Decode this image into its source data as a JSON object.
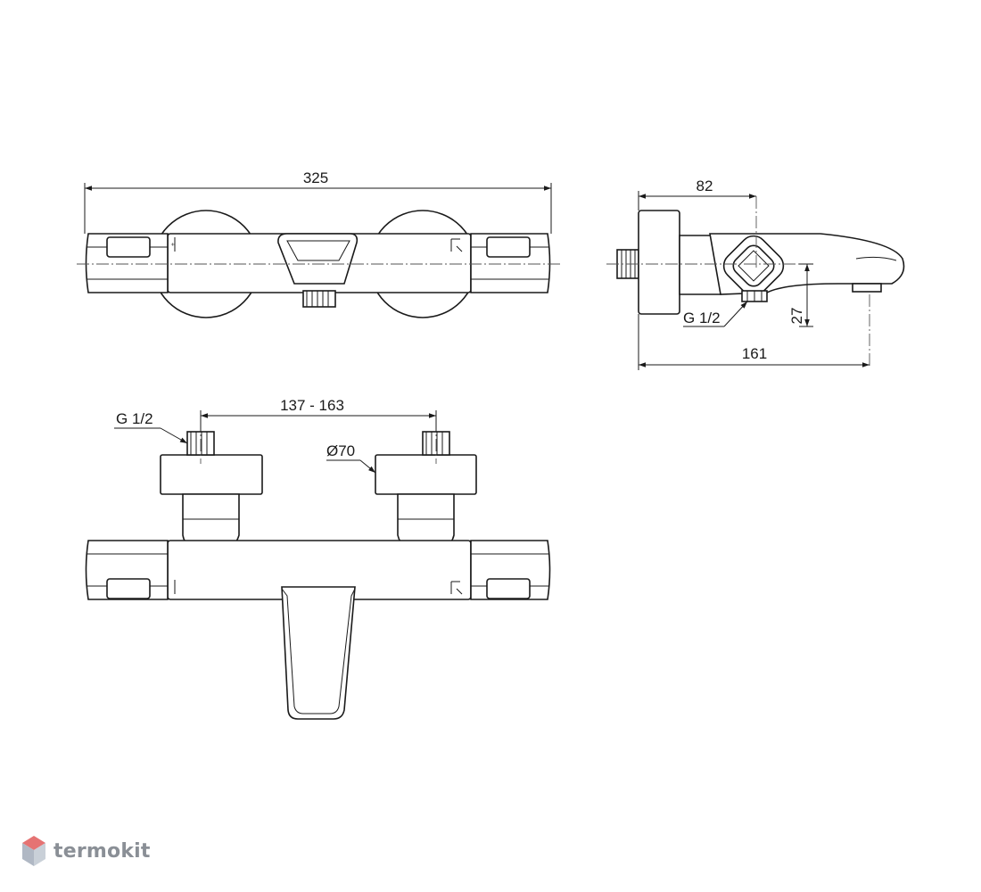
{
  "dimensions": {
    "overall_width": "325",
    "depth": "82",
    "projection": "161",
    "spout_height": "27",
    "inlet_thread_side": "G 1/2",
    "center_distance": "137 - 163",
    "inlet_thread_bottom": "G 1/2",
    "flange_diameter": "Ø70"
  },
  "brand": {
    "name": "termokit",
    "colors": {
      "top": "#e57373",
      "side": "#b0b8c4"
    }
  },
  "colors": {
    "line": "#1a1a1a",
    "background": "#ffffff"
  }
}
